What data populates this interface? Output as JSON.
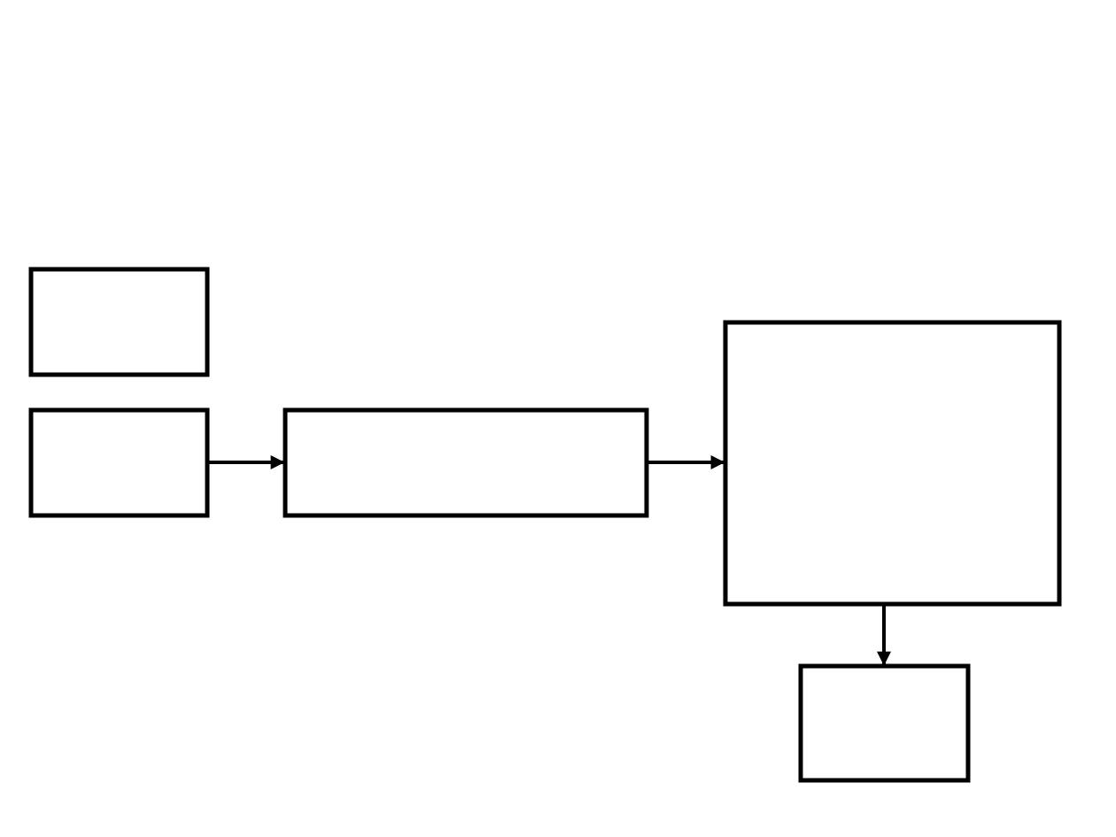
{
  "diagram": {
    "stroke_color": "#000000",
    "fill_color": "#ffffff",
    "nodes": [
      {
        "id": "box-top-left",
        "label": ""
      },
      {
        "id": "box-middle-left",
        "label": ""
      },
      {
        "id": "box-center",
        "label": ""
      },
      {
        "id": "box-right-large",
        "label": ""
      },
      {
        "id": "box-bottom-right",
        "label": ""
      }
    ],
    "edges": [
      {
        "from": "box-middle-left",
        "to": "box-center"
      },
      {
        "from": "box-center",
        "to": "box-right-large"
      },
      {
        "from": "box-right-large",
        "to": "box-bottom-right"
      }
    ]
  }
}
